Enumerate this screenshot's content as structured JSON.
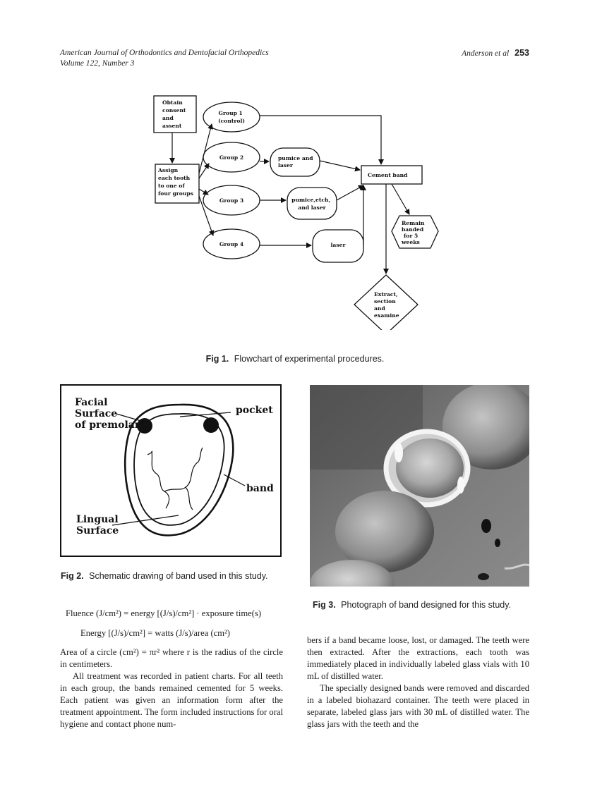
{
  "header": {
    "journal": "American Journal of Orthodontics and Dentofacial Orthopedics",
    "volume": "Volume 122, Number 3",
    "authors": "Anderson et al",
    "page": "253"
  },
  "fig1": {
    "label": "Fig 1.",
    "caption": "Flowchart of experimental procedures.",
    "nodes": {
      "consent": [
        "Obtain",
        "consent",
        "and",
        "assent"
      ],
      "assign": [
        "Assign",
        "each tooth",
        "to one of",
        "four groups"
      ],
      "group1": [
        "Group 1",
        "(control)"
      ],
      "group2": [
        "Group 2"
      ],
      "group3": [
        "Group 3"
      ],
      "group4": [
        "Group 4"
      ],
      "pumice_laser": [
        "pumice and",
        "laser"
      ],
      "pumice_etch_laser": [
        "pumice,etch,",
        "and laser"
      ],
      "laser": [
        "laser"
      ],
      "cement": [
        "Cement band"
      ],
      "remain": [
        "Remain",
        "banded",
        "for 5",
        "weeks"
      ],
      "extract": [
        "Extract,",
        "section",
        "and",
        "examine"
      ]
    }
  },
  "fig2": {
    "label": "Fig 2.",
    "caption": "Schematic drawing of band used in this study.",
    "labels": {
      "facial": [
        "Facial",
        "Surface",
        "of premolar"
      ],
      "pocket": "pocket",
      "band": "band",
      "lingual": [
        "Lingual",
        "Surface"
      ]
    }
  },
  "fig3": {
    "label": "Fig 3.",
    "caption": "Photograph of band designed for this study."
  },
  "equations": {
    "fluence": "Fluence (J/cm²) = energy [(J/s)/cm²] · exposure time(s)",
    "energy": "Energy [(J/s)/cm²] = watts (J/s)/area (cm²)",
    "area": "Area of a circle (cm²) = πr² where r is the radius of the circle in centimeters."
  },
  "left_column": {
    "p1": "All treatment was recorded in patient charts. For all teeth in each group, the bands remained cemented for 5 weeks. Each patient was given an information form after the treatment appointment. The form included instructions for oral hygiene and contact phone num-"
  },
  "right_column": {
    "p1": "bers if a band became loose, lost, or damaged. The teeth were then extracted. After the extractions, each tooth was immediately placed in individually labeled glass vials with 10 mL of distilled water.",
    "p2": "The specially designed bands were removed and discarded in a labeled biohazard container. The teeth were placed in separate, labeled glass jars with 30 mL of distilled water. The glass jars with the teeth and the"
  }
}
